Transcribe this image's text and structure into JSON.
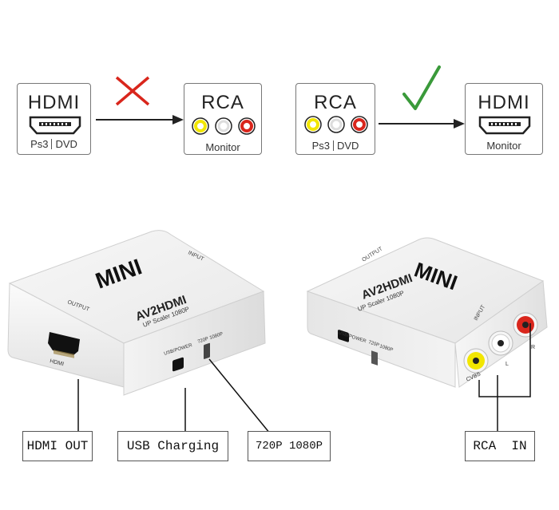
{
  "diagram": {
    "wrong": {
      "source": {
        "title": "HDMI",
        "sub_left": "Ps3",
        "sub_right": "DVD"
      },
      "target": {
        "title": "RCA",
        "sub": "Monitor"
      }
    },
    "right": {
      "source": {
        "title": "RCA",
        "sub_left": "Ps3",
        "sub_right": "DVD"
      },
      "target": {
        "title": "HDMI",
        "sub": "Monitor"
      }
    }
  },
  "device_left": {
    "brand": "MINI",
    "model": "AV2HDMI",
    "model_sub": "UP Scaler 1080P",
    "label_input": "INPUT",
    "label_output": "OUTPUT",
    "label_hdmi": "HDMI",
    "label_usb": "USB/POWER",
    "label_720": "720P",
    "label_1080": "1080P"
  },
  "device_right": {
    "brand": "MINI",
    "model": "AV2HDMI",
    "model_sub": "UP Scaler 1080P",
    "label_input": "INPUT",
    "label_output": "OUTPUT",
    "label_usb": "USB/POWER",
    "label_720": "720P",
    "label_1080": "1080P",
    "label_cvbs": "CVBS",
    "label_l": "L",
    "label_r": "R"
  },
  "callouts": {
    "hdmi_out": "HDMI OUT",
    "usb_charging": "USB Charging",
    "resolution": "720P 1080P",
    "rca_in": "RCA  IN"
  },
  "colors": {
    "cross": "#d9261c",
    "check": "#3a9a3a",
    "rca_yellow": "#f2e600",
    "rca_red": "#d9261c",
    "rca_white": "#ffffff"
  }
}
